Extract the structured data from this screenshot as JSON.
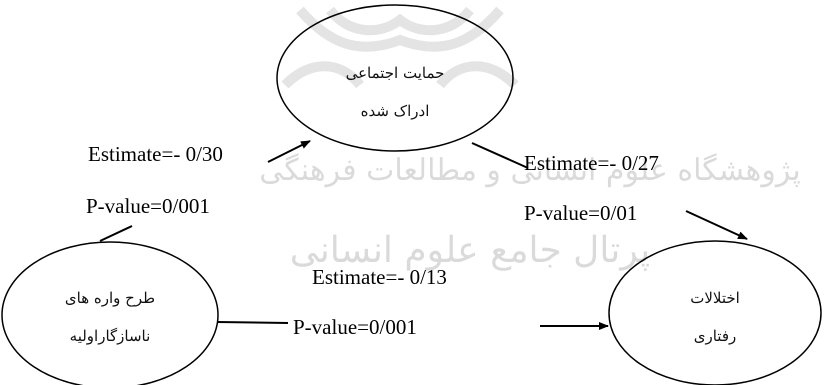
{
  "nodes": {
    "perceived_support": {
      "line1": "حمایت اجتماعی",
      "line2": "ادراک شده"
    },
    "schemas": {
      "line1": "طرح واره های",
      "line2": "ناسازگاراولیه"
    },
    "disorders": {
      "line1": "اختلالات",
      "line2": "رفتاری"
    }
  },
  "paths": {
    "schemas_to_support": {
      "estimate": "Estimate=- 0/30",
      "pvalue": "P-value=0/001"
    },
    "support_to_disorders": {
      "estimate": "Estimate=- 0/27",
      "pvalue": "P-value=0/01"
    },
    "schemas_to_disorders": {
      "estimate": "Estimate=- 0/13",
      "pvalue": "P-value=0/001"
    }
  },
  "watermark": {
    "line1": "پژوهشگاه علوم انسانی و مطالعات فرهنگی",
    "line2": "پرتال جامع علوم انسانی"
  },
  "colors": {
    "ink": "#000000",
    "watermark": "#bdbdbd"
  }
}
